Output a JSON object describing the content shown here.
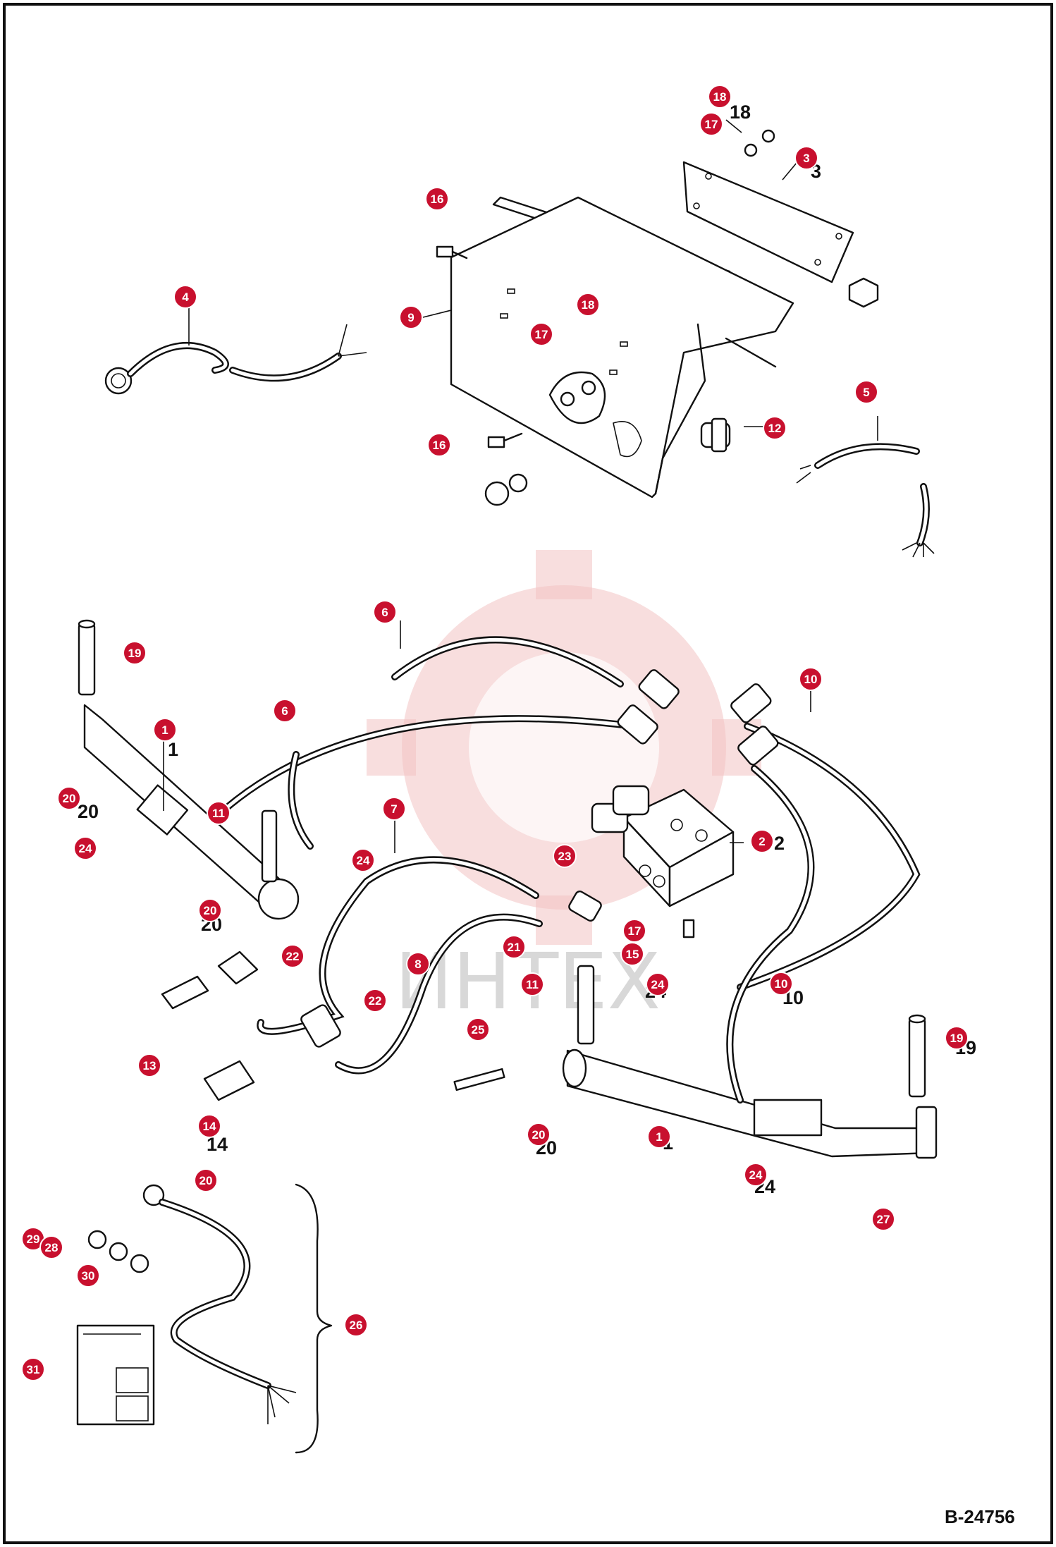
{
  "document": {
    "reference": "B-24756"
  },
  "watermark": {
    "text": "ИНТЕХ",
    "color": "#e8232a"
  },
  "colors": {
    "callout": "#c8102e",
    "line": "#111111",
    "background": "#ffffff"
  },
  "callouts": [
    "18",
    "17",
    "3",
    "16",
    "4",
    "9",
    "18",
    "17",
    "16",
    "12",
    "5",
    "6",
    "19",
    "10",
    "6",
    "1",
    "20",
    "11",
    "7",
    "2",
    "24",
    "24",
    "23",
    "20",
    "22",
    "17",
    "15",
    "21",
    "8",
    "24",
    "22",
    "11",
    "10",
    "19",
    "25",
    "13",
    "14",
    "20",
    "1",
    "24",
    "27",
    "20",
    "29",
    "28",
    "30",
    "26",
    "31"
  ],
  "part_numbers": [
    "18",
    "3",
    "20",
    "1",
    "1",
    "20",
    "24",
    "24",
    "14",
    "20",
    "19",
    "10",
    "2"
  ],
  "sheet": {
    "header_text": ""
  }
}
